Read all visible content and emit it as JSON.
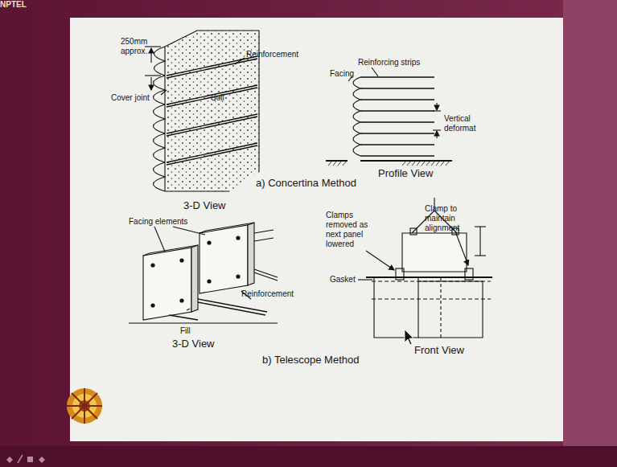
{
  "diagram": {
    "labels": [
      "250mm approx.",
      "Cover joint",
      "Reinforcement",
      "Soil",
      "3-D View",
      "Facing",
      "Reinforcing strips",
      "Vertical deformat",
      "Profile View",
      "a) Concertina Method",
      "Facing elements",
      "Reinforcement",
      "Fill",
      "3-D View",
      "Clamps removed as next panel lowered",
      "Clamp to maintain alignment",
      "Gasket",
      "Front View",
      "b) Telescope Method",
      "NPTEL"
    ]
  }
}
